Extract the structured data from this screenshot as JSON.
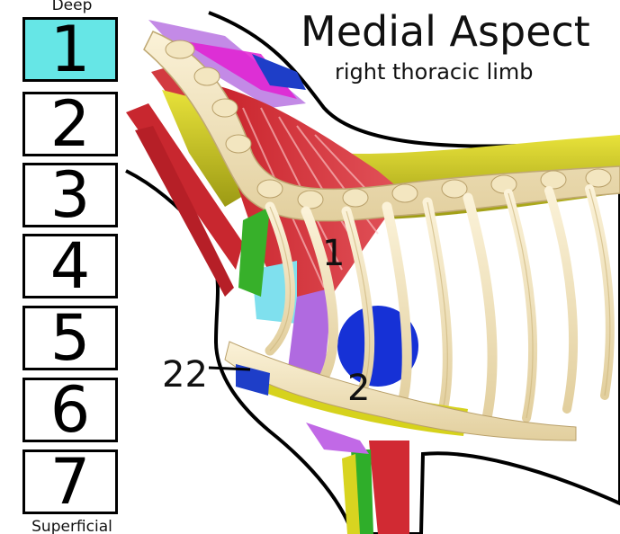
{
  "header": {
    "title": "Medial Aspect",
    "subtitle": "right thoracic limb"
  },
  "layers": {
    "top_label": "Deep",
    "bottom_label": "Superficial",
    "buttons": [
      {
        "label": "1",
        "active": true
      },
      {
        "label": "2",
        "active": false
      },
      {
        "label": "3",
        "active": false
      },
      {
        "label": "4",
        "active": false
      },
      {
        "label": "5",
        "active": false
      },
      {
        "label": "6",
        "active": false
      },
      {
        "label": "7",
        "active": false
      }
    ],
    "active_color": "#66e6e6"
  },
  "callouts": {
    "c1": "1",
    "c2": "2",
    "c22": "22"
  }
}
